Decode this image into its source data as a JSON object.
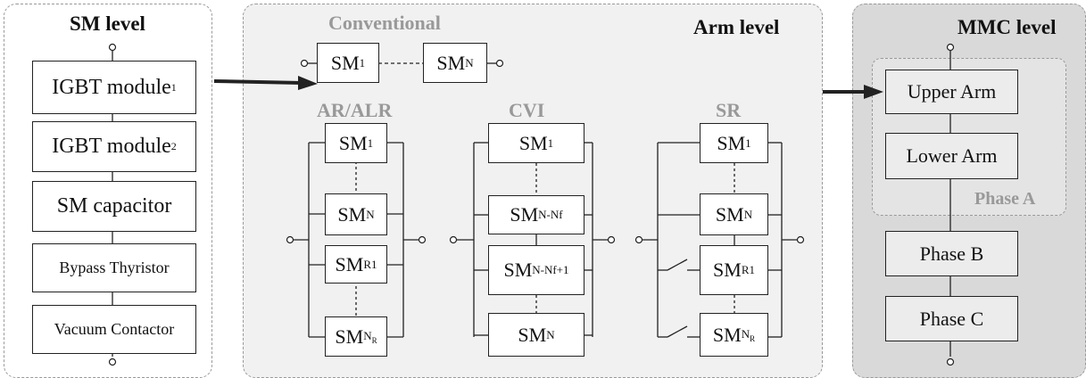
{
  "sm_level": {
    "title": "SM level",
    "items": [
      {
        "text": "IGBT module",
        "sub": "1"
      },
      {
        "text": "IGBT module",
        "sub": "2"
      },
      {
        "text": "SM capacitor",
        "sub": ""
      },
      {
        "text": "Bypass Thyristor",
        "sub": ""
      },
      {
        "text": "Vacuum Contactor",
        "sub": ""
      }
    ]
  },
  "arm_level": {
    "title": "Arm level",
    "conventional": {
      "title": "Conventional",
      "sm_first": "SM",
      "sm_first_sub": "1",
      "sm_last": "SM",
      "sm_last_sub": "N"
    },
    "ar_alr": {
      "title": "AR/ALR",
      "modules": [
        {
          "text": "SM",
          "sub": "1"
        },
        {
          "text": "SM",
          "sub": "N"
        },
        {
          "text": "SM",
          "sub": "R1"
        },
        {
          "text": "SM",
          "sub": "N",
          "sub2": "R"
        }
      ]
    },
    "cvi": {
      "title": "CVI",
      "modules": [
        {
          "text": "SM",
          "sub": "1"
        },
        {
          "text": "SM",
          "sub": "N-Nf"
        },
        {
          "text": "SM",
          "sub": "N-Nf+1"
        },
        {
          "text": "SM",
          "sub": "N"
        }
      ]
    },
    "sr": {
      "title": "SR",
      "modules": [
        {
          "text": "SM",
          "sub": "1"
        },
        {
          "text": "SM",
          "sub": "N"
        },
        {
          "text": "SM",
          "sub": "R1"
        },
        {
          "text": "SM",
          "sub": "N",
          "sub2": "R"
        }
      ]
    }
  },
  "mmc_level": {
    "title": "MMC level",
    "upper_arm": "Upper Arm",
    "lower_arm": "Lower Arm",
    "phase_a_label": "Phase A",
    "phase_b": "Phase B",
    "phase_c": "Phase C"
  },
  "colors": {
    "gray_text": "#999999",
    "panel_gray": "#f1f1f1",
    "mmc_gray": "#d9d9d9"
  }
}
